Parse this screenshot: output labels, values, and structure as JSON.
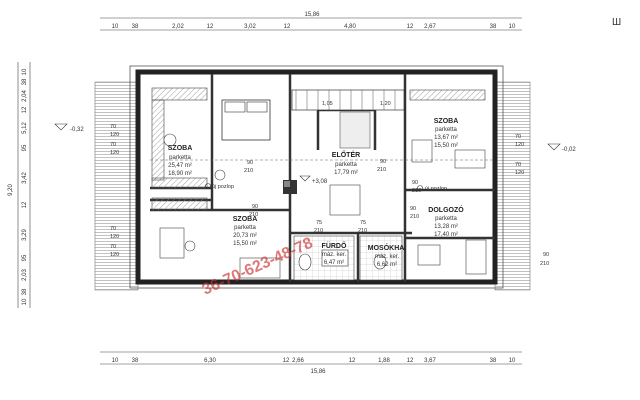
{
  "top_dims": {
    "total": "15,86",
    "segments": [
      "10",
      "38",
      "2,02",
      "12",
      "3,02",
      "12",
      "4,80",
      "12",
      "2,67",
      "38",
      "10"
    ]
  },
  "bottom_dims": {
    "total": "15,86",
    "segments": [
      "10",
      "38",
      "6,30",
      "12",
      "2,66",
      "12",
      "1,88",
      "12",
      "3,67",
      "38",
      "10"
    ]
  },
  "left_dims": {
    "total": "9,20",
    "segments": [
      "10",
      "38",
      "2,04",
      "12",
      "5,12",
      "95",
      "3,42",
      "12",
      "3,29",
      "95",
      "2,03",
      "38",
      "10"
    ]
  },
  "left_level": "-0,32",
  "right_level": "-0,02",
  "center_level": "+3,08",
  "rooms": [
    {
      "name": "SZOBA",
      "floor": "parketta",
      "area1": "25,47 m²",
      "area2": "18,90 m²"
    },
    {
      "name": "ELŐTÉR",
      "floor": "parketta",
      "area1": "17,79 m²",
      "area2": ""
    },
    {
      "name": "SZOBA",
      "floor": "parketta",
      "area1": "13,67 m²",
      "area2": "15,50 m²"
    },
    {
      "name": "SZOBA",
      "floor": "parketta",
      "area1": "20,73 m²",
      "area2": "15,50 m²"
    },
    {
      "name": "DOLGOZÓ",
      "floor": "parketta",
      "area1": "13,28 m²",
      "area2": "17,40 m²"
    },
    {
      "name": "FÜRDŐ",
      "floor": "máz. ker.",
      "area1": "6,47 m²",
      "area2": ""
    },
    {
      "name": "MOSÓKHA.",
      "floor": "máz. ker.",
      "area1": "6,62 m²",
      "area2": ""
    }
  ],
  "door_labels": {
    "left_top": [
      "70",
      "120",
      "70",
      "120"
    ],
    "right_top": [
      "70",
      "120",
      "70",
      "120"
    ],
    "door_90_210_a": [
      "90",
      "210"
    ],
    "door_90_210_b": [
      "90",
      "210"
    ],
    "door_90_210_c": [
      "90",
      "210"
    ],
    "door_90_210_d": [
      "90",
      "210"
    ],
    "door_90_210_e": [
      "90",
      "210"
    ],
    "door_75_210_a": [
      "75",
      "210"
    ],
    "door_75_210_b": [
      "75",
      "210"
    ],
    "door_90_210_right": [
      "90",
      "210"
    ],
    "left_bottom": [
      "70",
      "120",
      "70",
      "120"
    ],
    "dim_105": "1,05",
    "dim_120": "1,20"
  },
  "column_label_1": "új pozlop",
  "column_label_2": "új pozlop",
  "watermark": "36-70-623-48-78",
  "corner_mark": "Ш"
}
